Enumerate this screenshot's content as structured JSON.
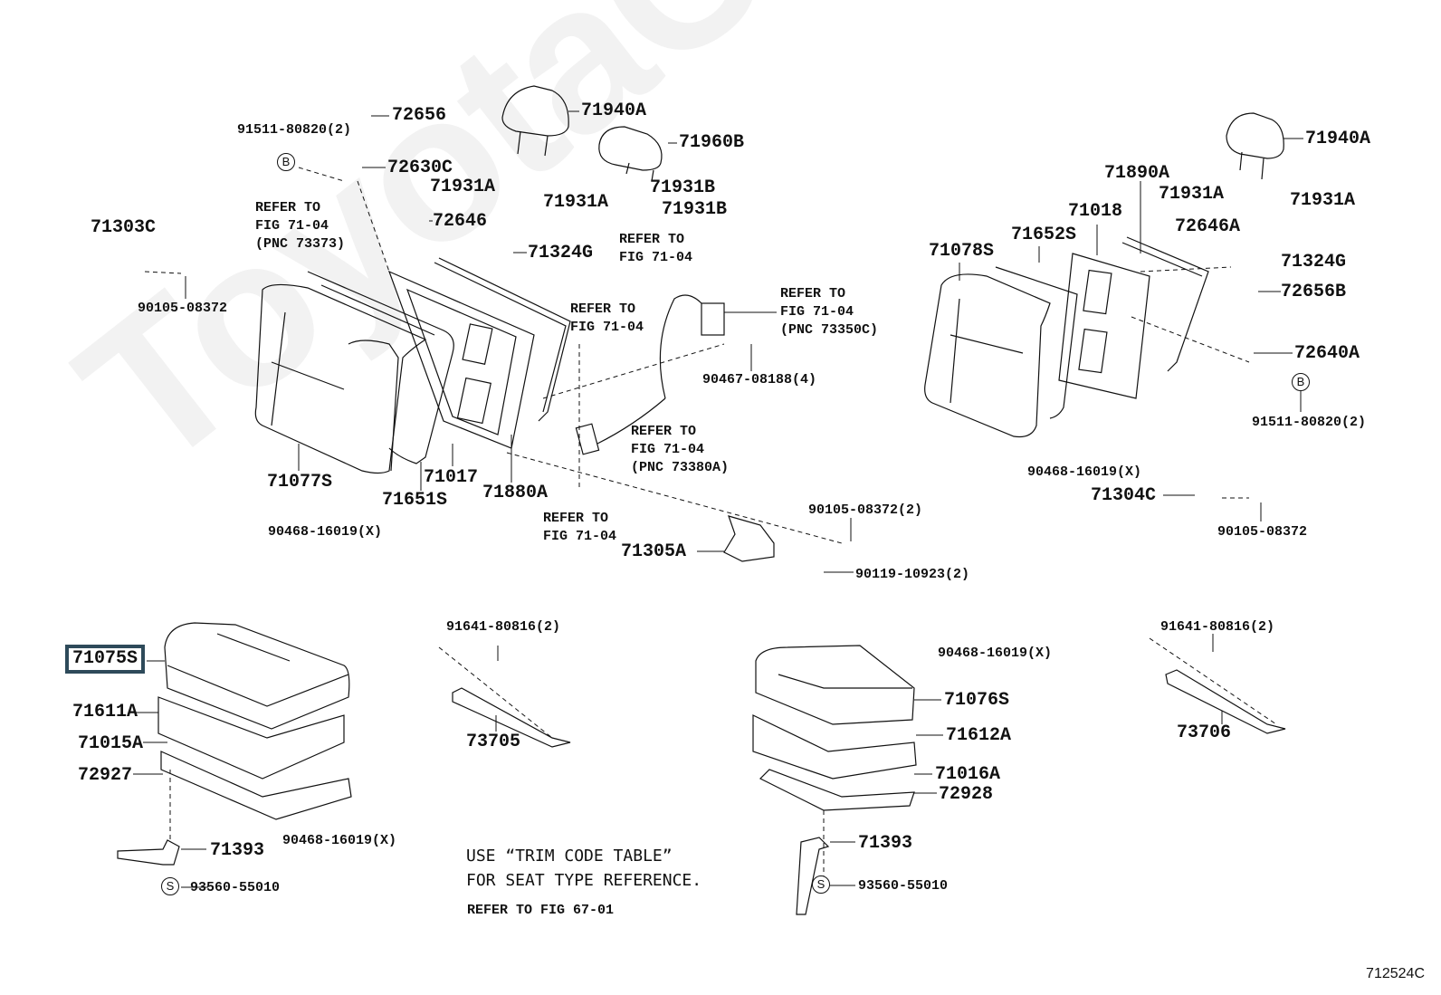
{
  "diagram": {
    "figure_id": "712524C",
    "watermark": "ToyotaCarWiring.ru",
    "highlight_color": "#2e4a5a",
    "highlighted_part": "71075S",
    "labels": {
      "p72656": "72656",
      "p91511_left": "91511-80820(2)",
      "p72630C": "72630C",
      "p71940A_left": "71940A",
      "p71960B": "71960B",
      "p71931A_1": "71931A",
      "p71931A_2": "71931A",
      "p71931B_1": "71931B",
      "p71931B_2": "71931B",
      "p72646": "72646",
      "p71324G_left": "71324G",
      "p71303C": "71303C",
      "p90105_left": "90105-08372",
      "p71077S": "71077S",
      "p71651S": "71651S",
      "p71017": "71017",
      "p71880A": "71880A",
      "p90468_top_left": "90468-16019(X)",
      "p90467": "90467-08188(4)",
      "p71305A": "71305A",
      "p90105_center": "90105-08372(2)",
      "p90119": "90119-10923(2)",
      "p71940A_right": "71940A",
      "p71890A": "71890A",
      "p71931A_3": "71931A",
      "p71931A_4": "71931A",
      "p71018": "71018",
      "p72646A": "72646A",
      "p71652S": "71652S",
      "p71078S": "71078S",
      "p71324G_right": "71324G",
      "p72656B": "72656B",
      "p72640A": "72640A",
      "p91511_right": "91511-80820(2)",
      "p90468_top_right": "90468-16019(X)",
      "p71304C": "71304C",
      "p90105_right": "90105-08372",
      "p71075S": "71075S",
      "p71611A": "71611A",
      "p71015A": "71015A",
      "p72927": "72927",
      "p90468_bottom_left": "90468-16019(X)",
      "p71393_left": "71393",
      "p93560_left": "93560-55010",
      "p91641_left": "91641-80816(2)",
      "p73705": "73705",
      "p90468_bottom_right": "90468-16019(X)",
      "p71076S": "71076S",
      "p71612A": "71612A",
      "p71016A": "71016A",
      "p72928": "72928",
      "p71393_right": "71393",
      "p93560_right": "93560-55010",
      "p91641_right": "91641-80816(2)",
      "p73706": "73706"
    },
    "references": {
      "ref_73373": [
        "REFER TO",
        "FIG 71-04",
        "(PNC 73373)"
      ],
      "ref_top_center": [
        "REFER TO",
        "FIG 71-04"
      ],
      "ref_belt_left": [
        "REFER TO",
        "FIG 71-04"
      ],
      "ref_73350C": [
        "REFER TO",
        "FIG 71-04",
        "(PNC 73350C)"
      ],
      "ref_73380A": [
        "REFER TO",
        "FIG 71-04",
        "(PNC 73380A)"
      ],
      "ref_bottom_center": [
        "REFER TO",
        "FIG 71-04"
      ]
    },
    "circle_markers": {
      "b_left": "B",
      "b_right": "B",
      "s_left": "S",
      "s_right": "S"
    },
    "notes": {
      "trim_line1": "USE “TRIM CODE TABLE”",
      "trim_line2": "FOR SEAT TYPE REFERENCE.",
      "refer_fig": "REFER TO FIG 67-01"
    }
  }
}
